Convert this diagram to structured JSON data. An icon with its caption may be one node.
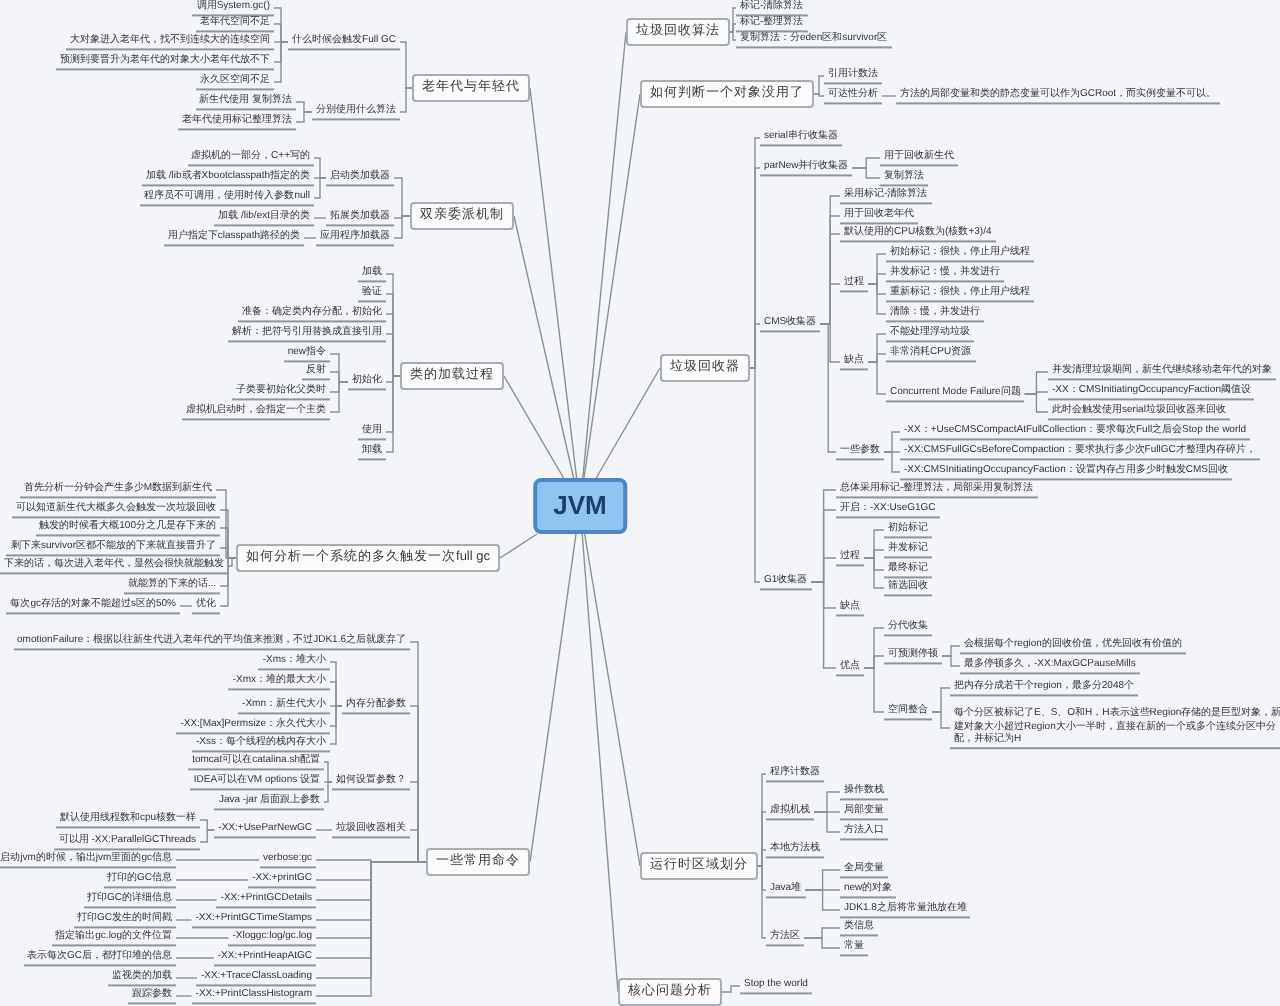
{
  "diagram": {
    "nodes": [
      {
        "text": [
          "JVM"
        ]
      },
      {
        "text": [
          "老年代与年轻代"
        ]
      },
      {
        "text": [
          "什么时候会触发Full GC"
        ]
      },
      {
        "text": [
          "调用System.gc()"
        ]
      },
      {
        "text": [
          "老年代空间不足"
        ]
      },
      {
        "text": [
          "大对象进入老年代，找不到连续大的连续空间"
        ]
      },
      {
        "text": [
          "预测到要晋升为老年代的对象大小老年代放不下"
        ]
      },
      {
        "text": [
          "永久区空间不足"
        ]
      },
      {
        "text": [
          "分别使用什么算法"
        ]
      },
      {
        "text": [
          "新生代使用 复制算法"
        ]
      },
      {
        "text": [
          "老年代使用标记整理算法"
        ]
      },
      {
        "text": [
          "双亲委派机制"
        ]
      },
      {
        "text": [
          "启动类加载器"
        ]
      },
      {
        "text": [
          "虚拟机的一部分，C++写的"
        ]
      },
      {
        "text": [
          "加载 /lib或者Xbootclasspath指定的类"
        ]
      },
      {
        "text": [
          "程序员不可调用，使用时传入参数null"
        ]
      },
      {
        "text": [
          "拓展类加载器"
        ]
      },
      {
        "text": [
          "加载 /lib/ext目录的类"
        ]
      },
      {
        "text": [
          "应用程序加载器"
        ]
      },
      {
        "text": [
          "用户指定下classpath路径的类"
        ]
      },
      {
        "text": [
          "类的加载过程"
        ]
      },
      {
        "text": [
          "加载"
        ]
      },
      {
        "text": [
          "验证"
        ]
      },
      {
        "text": [
          "准备：确定类内存分配，初始化"
        ]
      },
      {
        "text": [
          "解析：把符号引用替换成直接引用"
        ]
      },
      {
        "text": [
          "初始化"
        ]
      },
      {
        "text": [
          "new指令"
        ]
      },
      {
        "text": [
          "反射"
        ]
      },
      {
        "text": [
          "子类要初始化父类时"
        ]
      },
      {
        "text": [
          "虚拟机启动时，会指定一个主类"
        ]
      },
      {
        "text": [
          "使用"
        ]
      },
      {
        "text": [
          "卸载"
        ]
      },
      {
        "text": [
          "如何分析一个系统的多久触发一次full gc"
        ]
      },
      {
        "text": [
          "首先分析一分钟会产生多少M数据到新生代"
        ]
      },
      {
        "text": [
          "可以知道新生代大概多久会触发一次垃圾回收"
        ]
      },
      {
        "text": [
          "触发的时候看大概100分之几是存下来的"
        ]
      },
      {
        "text": [
          "剩下来survivor区都不能放的下来就直接晋升了"
        ]
      },
      {
        "text": [
          "下来的话，每次进入老年代，显然会很快就能触发"
        ]
      },
      {
        "text": [
          "就能算的下来的话..."
        ]
      },
      {
        "text": [
          "优化"
        ]
      },
      {
        "text": [
          "每次gc存活的对象不能超过s区的50%"
        ]
      },
      {
        "text": [
          "一些常用命令"
        ]
      },
      {
        "text": [
          "omotionFailure：根据以往新生代进入老年代的平均值来推测，不过JDK1.6之后就废弃了"
        ]
      },
      {
        "text": [
          "内存分配参数"
        ]
      },
      {
        "text": [
          "-Xms：堆大小"
        ]
      },
      {
        "text": [
          "-Xmx：堆的最大大小"
        ]
      },
      {
        "text": [
          "-Xmn：新生代大小"
        ]
      },
      {
        "text": [
          "-XX:[Max]Permsize：永久代大小"
        ]
      },
      {
        "text": [
          "-Xss：每个线程的栈内存大小"
        ]
      },
      {
        "text": [
          "如何设置参数？"
        ]
      },
      {
        "text": [
          "tomcat可以在catalina.sh配置"
        ]
      },
      {
        "text": [
          "IDEA可以在VM options 设置"
        ]
      },
      {
        "text": [
          "Java -jar 后面跟上参数"
        ]
      },
      {
        "text": [
          "垃圾回收器相关"
        ]
      },
      {
        "text": [
          "-XX:+UseParNewGC"
        ]
      },
      {
        "text": [
          "默认使用线程数和cpu核数一样"
        ]
      },
      {
        "text": [
          "可以用 -XX:ParallelGCThreads"
        ]
      },
      {
        "text": [
          "verbose:gc"
        ]
      },
      {
        "text": [
          "启动jvm的时候，输出jvm里面的gc信息"
        ]
      },
      {
        "text": [
          "-XX:+printGC"
        ]
      },
      {
        "text": [
          "打印的GC信息"
        ]
      },
      {
        "text": [
          "-XX:+PrintGCDetails"
        ]
      },
      {
        "text": [
          "打印GC的详细信息"
        ]
      },
      {
        "text": [
          "-XX:+PrintGCTimeStamps"
        ]
      },
      {
        "text": [
          "打印GC发生的时间戳"
        ]
      },
      {
        "text": [
          "-Xloggc:log/gc.log"
        ]
      },
      {
        "text": [
          "指定输出gc.log的文件位置"
        ]
      },
      {
        "text": [
          "-XX:+PrintHeapAtGC"
        ]
      },
      {
        "text": [
          "表示每次GC后，都打印堆的信息"
        ]
      },
      {
        "text": [
          "-XX:+TraceClassLoading"
        ]
      },
      {
        "text": [
          "监视类的加载"
        ]
      },
      {
        "text": [
          "-XX:+PrintClassHistogram"
        ]
      },
      {
        "text": [
          "跟踪参数"
        ]
      },
      {
        "text": [
          "垃圾回收算法"
        ]
      },
      {
        "text": [
          "标记-清除算法"
        ]
      },
      {
        "text": [
          "标记-整理算法"
        ]
      },
      {
        "text": [
          "复制算法：分eden区和survivor区"
        ]
      },
      {
        "text": [
          "如何判断一个对象没用了"
        ]
      },
      {
        "text": [
          "引用计数法"
        ]
      },
      {
        "text": [
          "可达性分析"
        ]
      },
      {
        "text": [
          "方法的局部变量和类的静态变量可以作为GCRoot，而实例变量不可以。"
        ]
      },
      {
        "text": [
          "垃圾回收器"
        ]
      },
      {
        "text": [
          "serial串行收集器"
        ]
      },
      {
        "text": [
          "parNew并行收集器"
        ]
      },
      {
        "text": [
          "用于回收新生代"
        ]
      },
      {
        "text": [
          "复制算法"
        ]
      },
      {
        "text": [
          "CMS收集器"
        ]
      },
      {
        "text": [
          "采用标记-清除算法"
        ]
      },
      {
        "text": [
          "用于回收老年代"
        ]
      },
      {
        "text": [
          "默认使用的CPU核数为(核数+3)/4"
        ]
      },
      {
        "text": [
          "过程"
        ]
      },
      {
        "text": [
          "初始标记：很快，停止用户线程"
        ]
      },
      {
        "text": [
          "并发标记：慢，并发进行"
        ]
      },
      {
        "text": [
          "重新标记：很快，停止用户线程"
        ]
      },
      {
        "text": [
          "清除：慢，并发进行"
        ]
      },
      {
        "text": [
          "缺点"
        ]
      },
      {
        "text": [
          "不能处理浮动垃圾"
        ]
      },
      {
        "text": [
          "非常消耗CPU资源"
        ]
      },
      {
        "text": [
          "Concurrent Mode Failure问题"
        ]
      },
      {
        "text": [
          "并发清理垃圾期间，新生代继续移动老年代的对象"
        ]
      },
      {
        "text": [
          "-XX：CMSInitiatingOccupancyFaction阈值设"
        ]
      },
      {
        "text": [
          "此时会触发使用serial垃圾回收器来回收"
        ]
      },
      {
        "text": [
          "一些参数"
        ]
      },
      {
        "text": [
          "-XX：+UseCMSCompactAtFullCollection：要求每次Full之后会Stop the world"
        ]
      },
      {
        "text": [
          "-XX:CMSFullGCsBeforeCompaction：要求执行多少次FullGC才整理内存碎片，"
        ]
      },
      {
        "text": [
          "-XX:CMSInitiatingOccupancyFaction：设置内存占用多少时触发CMS回收"
        ]
      },
      {
        "text": [
          "G1收集器"
        ]
      },
      {
        "text": [
          "总体采用标记-整理算法，局部采用复制算法"
        ]
      },
      {
        "text": [
          "开启：-XX:UseG1GC"
        ]
      },
      {
        "text": [
          "过程"
        ]
      },
      {
        "text": [
          "初始标记"
        ]
      },
      {
        "text": [
          "并发标记"
        ]
      },
      {
        "text": [
          "最终标记"
        ]
      },
      {
        "text": [
          "筛选回收"
        ]
      },
      {
        "text": [
          "缺点"
        ]
      },
      {
        "text": [
          "优点"
        ]
      },
      {
        "text": [
          "分代收集"
        ]
      },
      {
        "text": [
          "可预测停顿"
        ]
      },
      {
        "text": [
          "会根据每个region的回收价值，优先回收有价值的"
        ]
      },
      {
        "text": [
          "最多停顿多久，-XX:MaxGCPauseMills"
        ]
      },
      {
        "text": [
          "空间整合"
        ]
      },
      {
        "text": [
          "把内存分成若干个region，最多分2048个"
        ]
      },
      {
        "text": [
          "每个分区被标记了E、S、O和H，H表示这些Region存储的是巨型对象，新建对象大小超过Region大小一半时，直接在新的一个或多个连续分区中分配，并标记为H"
        ]
      },
      {
        "text": [
          "运行时区域划分"
        ]
      },
      {
        "text": [
          "程序计数器"
        ]
      },
      {
        "text": [
          "虚拟机栈"
        ]
      },
      {
        "text": [
          "操作数栈"
        ]
      },
      {
        "text": [
          "局部变量"
        ]
      },
      {
        "text": [
          "方法入口"
        ]
      },
      {
        "text": [
          "本地方法栈"
        ]
      },
      {
        "text": [
          "Java堆"
        ]
      },
      {
        "text": [
          "全局变量"
        ]
      },
      {
        "text": [
          "new的对象"
        ]
      },
      {
        "text": [
          "JDK1.8之后将常量池放在堆"
        ]
      },
      {
        "text": [
          "方法区"
        ]
      },
      {
        "text": [
          "类信息"
        ]
      },
      {
        "text": [
          "常量"
        ]
      },
      {
        "text": [
          "核心问题分析"
        ]
      },
      {
        "text": [
          "Stop the world"
        ]
      }
    ],
    "edges": [
      {
        "from": 0,
        "to": 1,
        "arrow": "none"
      },
      {
        "from": 1,
        "to": 2,
        "arrow": "none"
      },
      {
        "from": 2,
        "to": 3,
        "arrow": "none"
      },
      {
        "from": 2,
        "to": 4,
        "arrow": "none"
      },
      {
        "from": 2,
        "to": 5,
        "arrow": "none"
      },
      {
        "from": 2,
        "to": 6,
        "arrow": "none"
      },
      {
        "from": 2,
        "to": 7,
        "arrow": "none"
      },
      {
        "from": 1,
        "to": 8,
        "arrow": "none"
      },
      {
        "from": 8,
        "to": 9,
        "arrow": "none"
      },
      {
        "from": 8,
        "to": 10,
        "arrow": "none"
      },
      {
        "from": 0,
        "to": 11,
        "arrow": "none"
      },
      {
        "from": 11,
        "to": 12,
        "arrow": "none"
      },
      {
        "from": 12,
        "to": 13,
        "arrow": "none"
      },
      {
        "from": 12,
        "to": 14,
        "arrow": "none"
      },
      {
        "from": 12,
        "to": 15,
        "arrow": "none"
      },
      {
        "from": 11,
        "to": 16,
        "arrow": "none"
      },
      {
        "from": 16,
        "to": 17,
        "arrow": "none"
      },
      {
        "from": 11,
        "to": 18,
        "arrow": "none"
      },
      {
        "from": 18,
        "to": 19,
        "arrow": "none"
      },
      {
        "from": 0,
        "to": 20,
        "arrow": "none"
      },
      {
        "from": 20,
        "to": 21,
        "arrow": "none"
      },
      {
        "from": 20,
        "to": 22,
        "arrow": "none"
      },
      {
        "from": 20,
        "to": 23,
        "arrow": "none"
      },
      {
        "from": 20,
        "to": 24,
        "arrow": "none"
      },
      {
        "from": 20,
        "to": 25,
        "arrow": "none"
      },
      {
        "from": 25,
        "to": 26,
        "arrow": "none"
      },
      {
        "from": 25,
        "to": 27,
        "arrow": "none"
      },
      {
        "from": 25,
        "to": 28,
        "arrow": "none"
      },
      {
        "from": 25,
        "to": 29,
        "arrow": "none"
      },
      {
        "from": 20,
        "to": 30,
        "arrow": "none"
      },
      {
        "from": 20,
        "to": 31,
        "arrow": "none"
      },
      {
        "from": 0,
        "to": 32,
        "arrow": "none"
      },
      {
        "from": 32,
        "to": 33,
        "arrow": "none"
      },
      {
        "from": 32,
        "to": 34,
        "arrow": "none"
      },
      {
        "from": 32,
        "to": 35,
        "arrow": "none"
      },
      {
        "from": 32,
        "to": 36,
        "arrow": "none"
      },
      {
        "from": 32,
        "to": 37,
        "arrow": "none"
      },
      {
        "from": 32,
        "to": 38,
        "arrow": "none"
      },
      {
        "from": 32,
        "to": 39,
        "arrow": "none"
      },
      {
        "from": 39,
        "to": 40,
        "arrow": "none"
      },
      {
        "from": 0,
        "to": 41,
        "arrow": "none"
      },
      {
        "from": 41,
        "to": 42,
        "arrow": "none"
      },
      {
        "from": 41,
        "to": 43,
        "arrow": "none"
      },
      {
        "from": 43,
        "to": 44,
        "arrow": "none"
      },
      {
        "from": 43,
        "to": 45,
        "arrow": "none"
      },
      {
        "from": 43,
        "to": 46,
        "arrow": "none"
      },
      {
        "from": 43,
        "to": 47,
        "arrow": "none"
      },
      {
        "from": 43,
        "to": 48,
        "arrow": "none"
      },
      {
        "from": 41,
        "to": 49,
        "arrow": "none"
      },
      {
        "from": 49,
        "to": 50,
        "arrow": "none"
      },
      {
        "from": 49,
        "to": 51,
        "arrow": "none"
      },
      {
        "from": 49,
        "to": 52,
        "arrow": "none"
      },
      {
        "from": 41,
        "to": 53,
        "arrow": "none"
      },
      {
        "from": 53,
        "to": 54,
        "arrow": "none"
      },
      {
        "from": 54,
        "to": 55,
        "arrow": "none"
      },
      {
        "from": 54,
        "to": 56,
        "arrow": "none"
      },
      {
        "from": 41,
        "to": 57,
        "arrow": "none"
      },
      {
        "from": 57,
        "to": 58,
        "arrow": "none"
      },
      {
        "from": 41,
        "to": 59,
        "arrow": "none"
      },
      {
        "from": 59,
        "to": 60,
        "arrow": "none"
      },
      {
        "from": 41,
        "to": 61,
        "arrow": "none"
      },
      {
        "from": 61,
        "to": 62,
        "arrow": "none"
      },
      {
        "from": 41,
        "to": 63,
        "arrow": "none"
      },
      {
        "from": 63,
        "to": 64,
        "arrow": "none"
      },
      {
        "from": 41,
        "to": 65,
        "arrow": "none"
      },
      {
        "from": 65,
        "to": 66,
        "arrow": "none"
      },
      {
        "from": 41,
        "to": 67,
        "arrow": "none"
      },
      {
        "from": 67,
        "to": 68,
        "arrow": "none"
      },
      {
        "from": 41,
        "to": 69,
        "arrow": "none"
      },
      {
        "from": 69,
        "to": 70,
        "arrow": "none"
      },
      {
        "from": 41,
        "to": 71,
        "arrow": "none"
      },
      {
        "from": 71,
        "to": 72,
        "arrow": "none"
      },
      {
        "from": 0,
        "to": 73,
        "arrow": "none"
      },
      {
        "from": 73,
        "to": 74,
        "arrow": "none"
      },
      {
        "from": 73,
        "to": 75,
        "arrow": "none"
      },
      {
        "from": 73,
        "to": 76,
        "arrow": "none"
      },
      {
        "from": 0,
        "to": 77,
        "arrow": "none"
      },
      {
        "from": 77,
        "to": 78,
        "arrow": "none"
      },
      {
        "from": 77,
        "to": 79,
        "arrow": "none"
      },
      {
        "from": 79,
        "to": 80,
        "arrow": "none"
      },
      {
        "from": 0,
        "to": 81,
        "arrow": "none"
      },
      {
        "from": 81,
        "to": 82,
        "arrow": "none"
      },
      {
        "from": 81,
        "to": 83,
        "arrow": "none"
      },
      {
        "from": 83,
        "to": 84,
        "arrow": "none"
      },
      {
        "from": 83,
        "to": 85,
        "arrow": "none"
      },
      {
        "from": 81,
        "to": 86,
        "arrow": "none"
      },
      {
        "from": 86,
        "to": 87,
        "arrow": "none"
      },
      {
        "from": 86,
        "to": 88,
        "arrow": "none"
      },
      {
        "from": 86,
        "to": 89,
        "arrow": "none"
      },
      {
        "from": 86,
        "to": 90,
        "arrow": "none"
      },
      {
        "from": 90,
        "to": 91,
        "arrow": "none"
      },
      {
        "from": 90,
        "to": 92,
        "arrow": "none"
      },
      {
        "from": 90,
        "to": 93,
        "arrow": "none"
      },
      {
        "from": 90,
        "to": 94,
        "arrow": "none"
      },
      {
        "from": 86,
        "to": 95,
        "arrow": "none"
      },
      {
        "from": 95,
        "to": 96,
        "arrow": "none"
      },
      {
        "from": 95,
        "to": 97,
        "arrow": "none"
      },
      {
        "from": 95,
        "to": 98,
        "arrow": "none"
      },
      {
        "from": 98,
        "to": 99,
        "arrow": "none"
      },
      {
        "from": 98,
        "to": 100,
        "arrow": "none"
      },
      {
        "from": 98,
        "to": 101,
        "arrow": "none"
      },
      {
        "from": 86,
        "to": 102,
        "arrow": "none"
      },
      {
        "from": 102,
        "to": 103,
        "arrow": "none"
      },
      {
        "from": 102,
        "to": 104,
        "arrow": "none"
      },
      {
        "from": 102,
        "to": 105,
        "arrow": "none"
      },
      {
        "from": 81,
        "to": 106,
        "arrow": "none"
      },
      {
        "from": 106,
        "to": 107,
        "arrow": "none"
      },
      {
        "from": 106,
        "to": 108,
        "arrow": "none"
      },
      {
        "from": 106,
        "to": 109,
        "arrow": "none"
      },
      {
        "from": 109,
        "to": 110,
        "arrow": "none"
      },
      {
        "from": 109,
        "to": 111,
        "arrow": "none"
      },
      {
        "from": 109,
        "to": 112,
        "arrow": "none"
      },
      {
        "from": 109,
        "to": 113,
        "arrow": "none"
      },
      {
        "from": 106,
        "to": 114,
        "arrow": "none"
      },
      {
        "from": 106,
        "to": 115,
        "arrow": "none"
      },
      {
        "from": 115,
        "to": 116,
        "arrow": "none"
      },
      {
        "from": 115,
        "to": 117,
        "arrow": "none"
      },
      {
        "from": 117,
        "to": 118,
        "arrow": "none"
      },
      {
        "from": 117,
        "to": 119,
        "arrow": "none"
      },
      {
        "from": 115,
        "to": 120,
        "arrow": "none"
      },
      {
        "from": 120,
        "to": 121,
        "arrow": "none"
      },
      {
        "from": 120,
        "to": 122,
        "arrow": "none"
      },
      {
        "from": 0,
        "to": 123,
        "arrow": "none"
      },
      {
        "from": 123,
        "to": 124,
        "arrow": "none"
      },
      {
        "from": 123,
        "to": 125,
        "arrow": "none"
      },
      {
        "from": 125,
        "to": 126,
        "arrow": "none"
      },
      {
        "from": 125,
        "to": 127,
        "arrow": "none"
      },
      {
        "from": 125,
        "to": 128,
        "arrow": "none"
      },
      {
        "from": 123,
        "to": 129,
        "arrow": "none"
      },
      {
        "from": 123,
        "to": 130,
        "arrow": "none"
      },
      {
        "from": 130,
        "to": 131,
        "arrow": "none"
      },
      {
        "from": 130,
        "to": 132,
        "arrow": "none"
      },
      {
        "from": 130,
        "to": 133,
        "arrow": "none"
      },
      {
        "from": 123,
        "to": 134,
        "arrow": "none"
      },
      {
        "from": 134,
        "to": 135,
        "arrow": "none"
      },
      {
        "from": 134,
        "to": 136,
        "arrow": "none"
      },
      {
        "from": 0,
        "to": 137,
        "arrow": "none"
      },
      {
        "from": 137,
        "to": 138,
        "arrow": "none"
      }
    ]
  }
}
